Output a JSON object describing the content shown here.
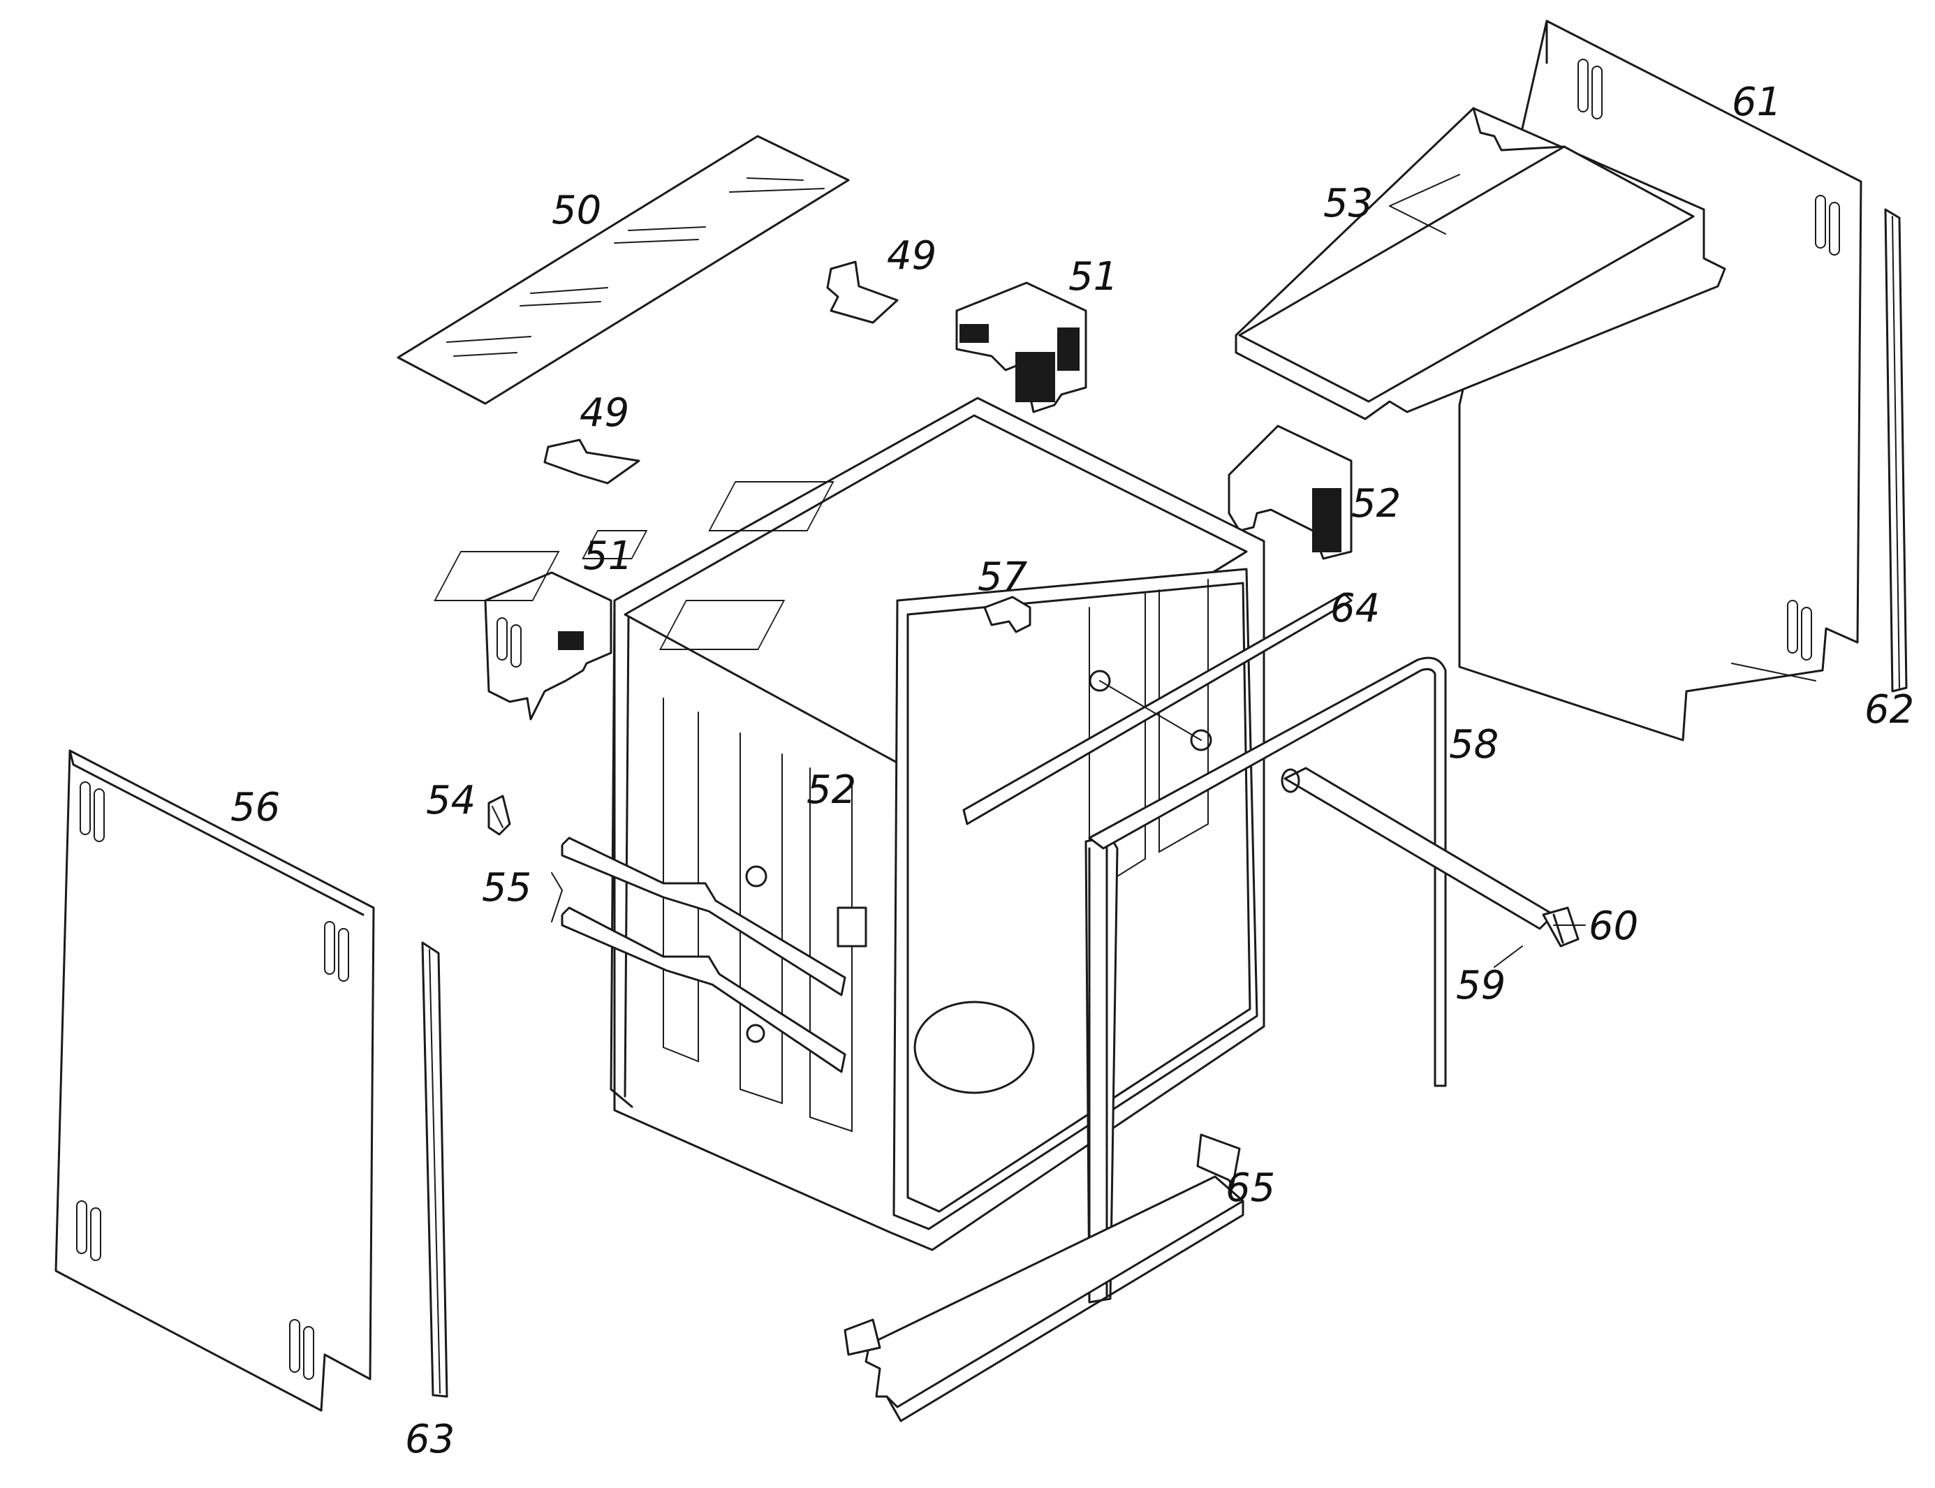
{
  "reference_numerals": {
    "n50": "50",
    "n49a": "49",
    "n49b": "49",
    "n51a": "51",
    "n51b": "51",
    "n52a": "52",
    "n52b": "52",
    "n53": "53",
    "n54": "54",
    "n55": "55",
    "n56": "56",
    "n57": "57",
    "n58": "58",
    "n59": "59",
    "n60": "60",
    "n61": "61",
    "n62": "62",
    "n63": "63",
    "n64": "64",
    "n65": "65"
  }
}
